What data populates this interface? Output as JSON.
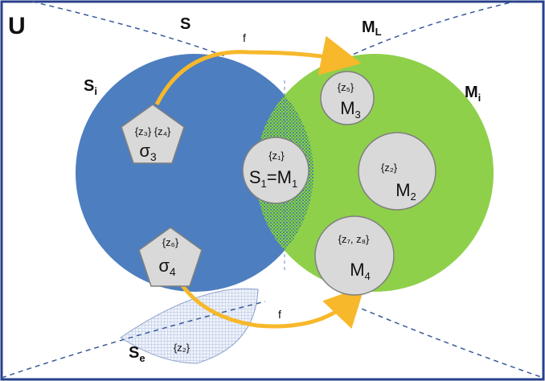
{
  "diagram": {
    "universe_label": "U",
    "set_S_label": "S",
    "set_ML_label": "M",
    "set_ML_sub": "L",
    "set_Si_label": "S",
    "set_Si_sub": "i",
    "set_Mi_label": "M",
    "set_Mi_sub": "i",
    "set_Se_label": "S",
    "set_Se_sub": "e",
    "arrow_top_label": "f",
    "arrow_bottom_label": "f",
    "sigma3": {
      "vars": "{z₃} {z₄}",
      "name": "σ",
      "sub": "3"
    },
    "sigma4": {
      "vars": "{z₆}",
      "name": "σ",
      "sub": "4"
    },
    "S1M1": {
      "vars": "{z₁}",
      "name_a": "S",
      "sub_a": "1",
      "eq": "=M",
      "sub_b": "1"
    },
    "M3": {
      "vars": "{z₅}",
      "name": "M",
      "sub": "3"
    },
    "M2": {
      "vars": "{z₂}",
      "name": "M",
      "sub": "2"
    },
    "M4": {
      "vars": "{z₇, z₈}",
      "name": "M",
      "sub": "4"
    },
    "Se_vars": "{z₂}",
    "colors": {
      "blue": "#4d7ebf",
      "green": "#8fd04b",
      "overlap_hatch": "#2f8a6a",
      "arrow": "#f7b82b",
      "node_fill": "#d9d9d9",
      "frame": "#27408b"
    }
  }
}
